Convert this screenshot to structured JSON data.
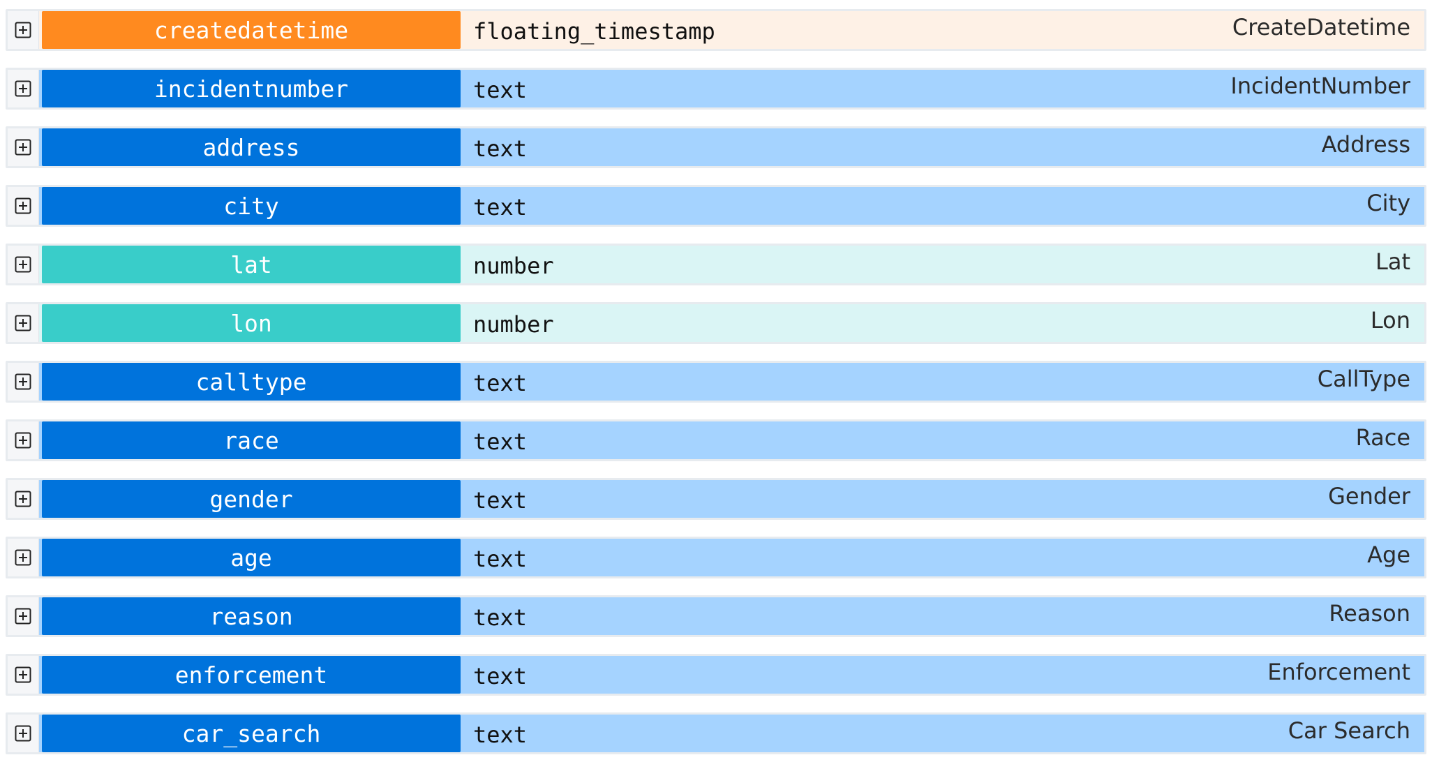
{
  "colors": {
    "timestamp_name_bg": "#ff8a1f",
    "timestamp_row_bg": "#fef1e6",
    "text_name_bg": "#0073dc",
    "text_row_bg": "#a5d3ff",
    "number_name_bg": "#39cdc9",
    "number_row_bg": "#daf5f5"
  },
  "icons": {
    "expand": "plus-square-icon"
  },
  "columns": [
    {
      "name": "createdatetime",
      "type": "floating_timestamp",
      "label": "CreateDatetime",
      "kind": "timestamp"
    },
    {
      "name": "incidentnumber",
      "type": "text",
      "label": "IncidentNumber",
      "kind": "text"
    },
    {
      "name": "address",
      "type": "text",
      "label": "Address",
      "kind": "text"
    },
    {
      "name": "city",
      "type": "text",
      "label": "City",
      "kind": "text"
    },
    {
      "name": "lat",
      "type": "number",
      "label": "Lat",
      "kind": "number"
    },
    {
      "name": "lon",
      "type": "number",
      "label": "Lon",
      "kind": "number"
    },
    {
      "name": "calltype",
      "type": "text",
      "label": "CallType",
      "kind": "text"
    },
    {
      "name": "race",
      "type": "text",
      "label": "Race",
      "kind": "text"
    },
    {
      "name": "gender",
      "type": "text",
      "label": "Gender",
      "kind": "text"
    },
    {
      "name": "age",
      "type": "text",
      "label": "Age",
      "kind": "text"
    },
    {
      "name": "reason",
      "type": "text",
      "label": "Reason",
      "kind": "text"
    },
    {
      "name": "enforcement",
      "type": "text",
      "label": "Enforcement",
      "kind": "text"
    },
    {
      "name": "car_search",
      "type": "text",
      "label": "Car Search",
      "kind": "text"
    }
  ]
}
